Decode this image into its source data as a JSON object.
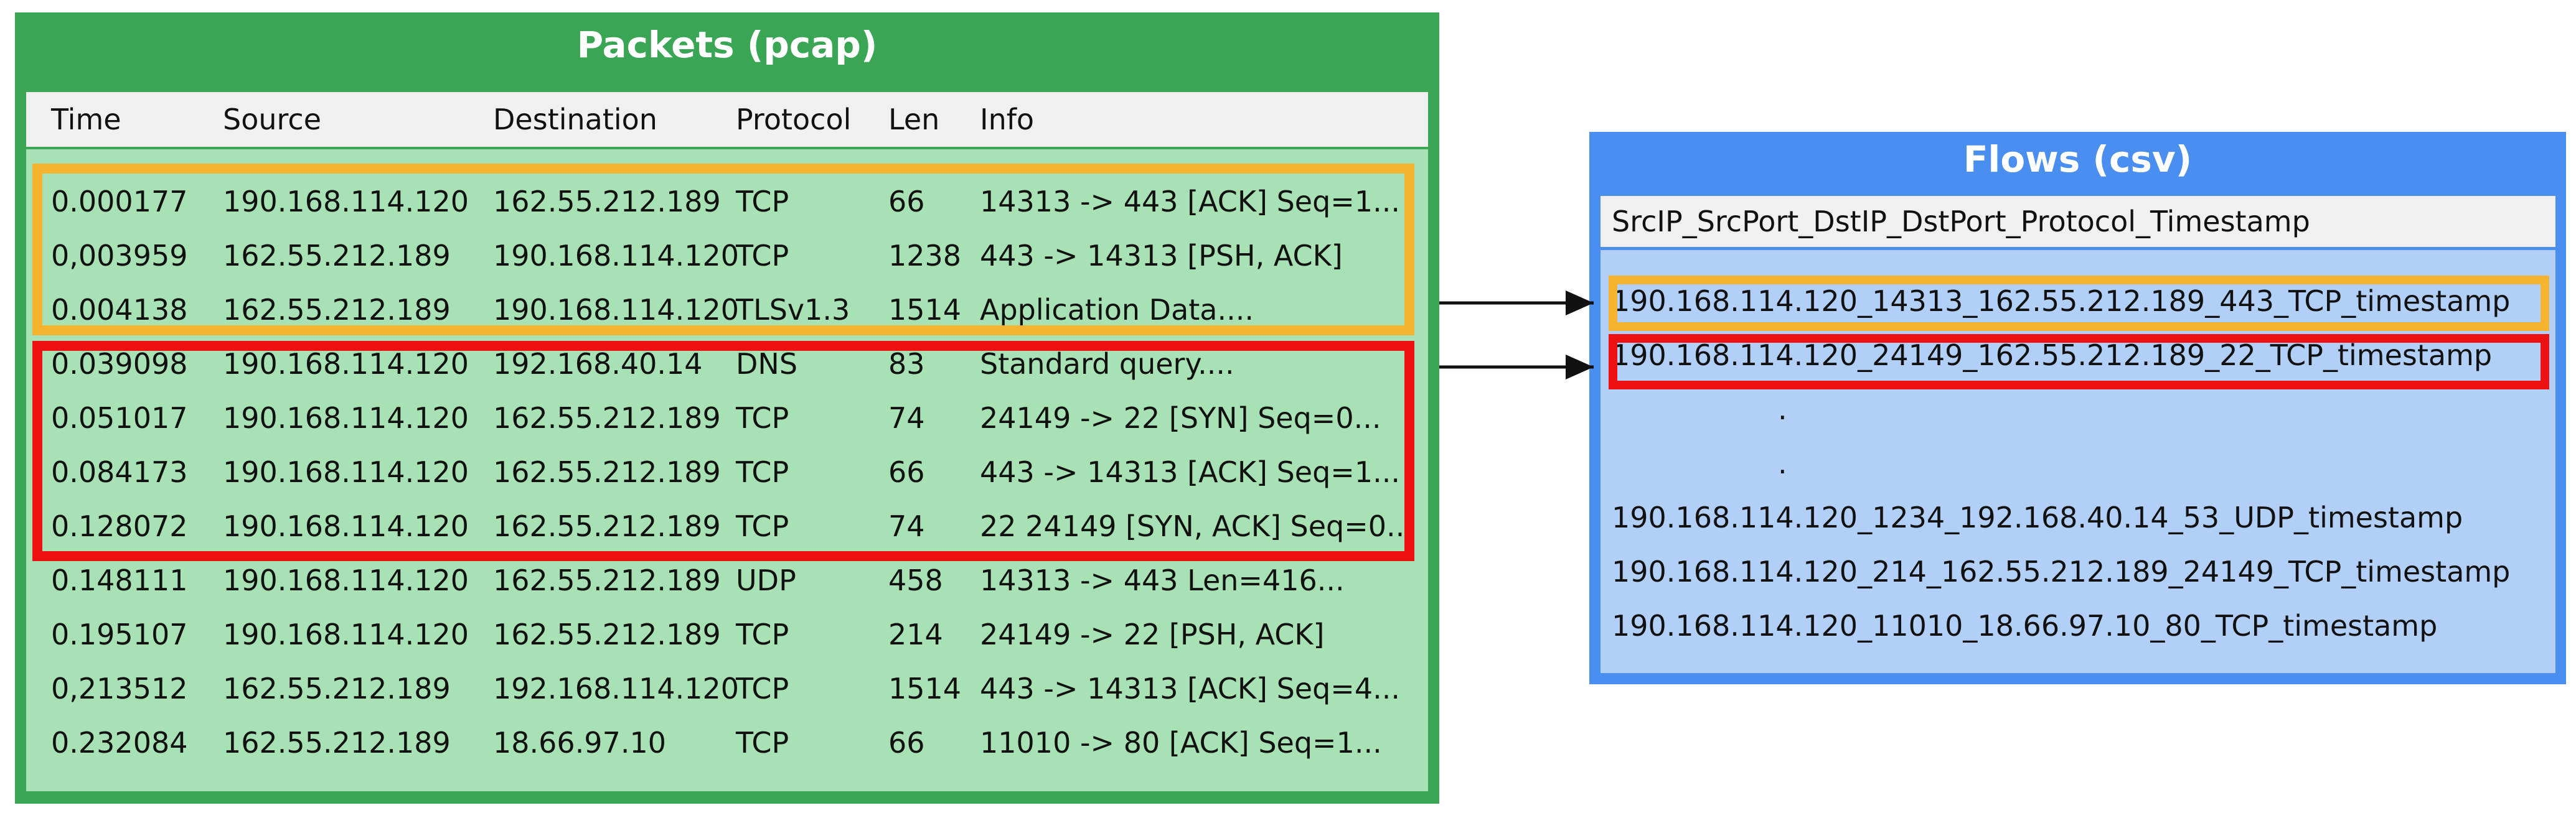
{
  "packets_panel": {
    "title": "Packets (pcap)",
    "columns": [
      "Time",
      "Source",
      "Destination",
      "Protocol",
      "Len",
      "Info"
    ],
    "rows": [
      [
        "0.000177",
        "190.168.114.120",
        "162.55.212.189",
        "TCP",
        "66",
        "14313 -> 443 [ACK] Seq=1..."
      ],
      [
        "0,003959",
        "162.55.212.189",
        "190.168.114.120",
        "TCP",
        "1238",
        "443 -> 14313 [PSH, ACK]"
      ],
      [
        "0.004138",
        "162.55.212.189",
        "190.168.114.120",
        "TLSv1.3",
        "1514",
        "Application Data...."
      ],
      [
        "0.039098",
        "190.168.114.120",
        "192.168.40.14",
        "DNS",
        "83",
        "Standard query...."
      ],
      [
        "0.051017",
        "190.168.114.120",
        "162.55.212.189",
        "TCP",
        "74",
        "24149 -> 22 [SYN] Seq=0..."
      ],
      [
        "0.084173",
        "190.168.114.120",
        "162.55.212.189",
        "TCP",
        "66",
        "443 -> 14313 [ACK] Seq=1..."
      ],
      [
        "0.128072",
        "190.168.114.120",
        "162.55.212.189",
        "TCP",
        "74",
        "22 24149 [SYN, ACK] Seq=0..."
      ],
      [
        "0.148111",
        "190.168.114.120",
        "162.55.212.189",
        "UDP",
        "458",
        "14313 -> 443 Len=416..."
      ],
      [
        "0.195107",
        "190.168.114.120",
        "162.55.212.189",
        "TCP",
        "214",
        "24149 -> 22 [PSH, ACK]"
      ],
      [
        "0,213512",
        "162.55.212.189",
        "192.168.114.120",
        "TCP",
        "1514",
        "443 -> 14313 [ACK] Seq=4..."
      ],
      [
        "0.232084",
        "162.55.212.189",
        "18.66.97.10",
        "TCP",
        "66",
        "11010 -> 80 [ACK] Seq=1..."
      ]
    ]
  },
  "flows_panel": {
    "title": "Flows (csv)",
    "header": "SrcIP_SrcPort_DstIP_DstPort_Protocol_Timestamp",
    "rows": [
      "190.168.114.120_14313_162.55.212.189_443_TCP_timestamp",
      "190.168.114.120_24149_162.55.212.189_22_TCP_timestamp",
      ".",
      ".",
      "190.168.114.120_1234_192.168.40.14_53_UDP_timestamp",
      "190.168.114.120_214_162.55.212.189_24149_TCP_timestamp",
      "190.168.114.120_11010_18.66.97.10_80_TCP_timestamp"
    ]
  },
  "colors": {
    "packets_frame": "#3aa655",
    "packets_body": "#a8e2b4",
    "flows_frame": "#4a8ef0",
    "flows_body": "#b2cff7",
    "header_bg": "#f0f0f0",
    "highlight_orange": "#f5b330",
    "highlight_red": "#ee1111",
    "arrow": "#111111"
  }
}
